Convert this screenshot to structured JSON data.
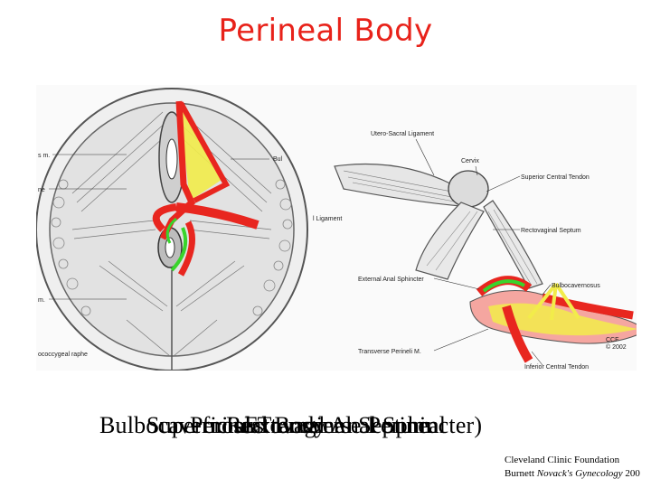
{
  "title": "Perineal Body",
  "left_figure_labels": [
    "s m.",
    "ne",
    "Bul",
    "m.",
    "ococcygeal raphe"
  ],
  "right_figure_labels": {
    "utero_sacral": "Utero-Sacral Ligament",
    "cervix": "Cervix",
    "superior_tendon": "Superior Central Tendon",
    "ligament": "l Ligament",
    "rectovaginal": "Rectovaginal Septum",
    "bulbocavernosus": "Bulbocavernosus",
    "ext_anal": "External Anal Sphincter",
    "ccf": "CCF",
    "ccf_year": "© 2002",
    "transverse": "Transverse Perineli M.",
    "inferior_tendon": "Inferior Central Tendon"
  },
  "overlapping_captions": [
    "Bulbocavernosus",
    "Superficial Transverse Perineal",
    "Perineal Body",
    "Rectovaginal Septum",
    "External Anal Sphincter)"
  ],
  "credit": {
    "line1": "Cleveland Clinic Foundation",
    "line2_prefix": "Burnett ",
    "line2_italic": "Novack's Gynecology",
    "line2_suffix": " 200"
  },
  "colors": {
    "title": "#e8221a",
    "highlight_red": "#e8261f",
    "highlight_yellow": "#f2ec4a",
    "highlight_green": "#39d42b"
  }
}
